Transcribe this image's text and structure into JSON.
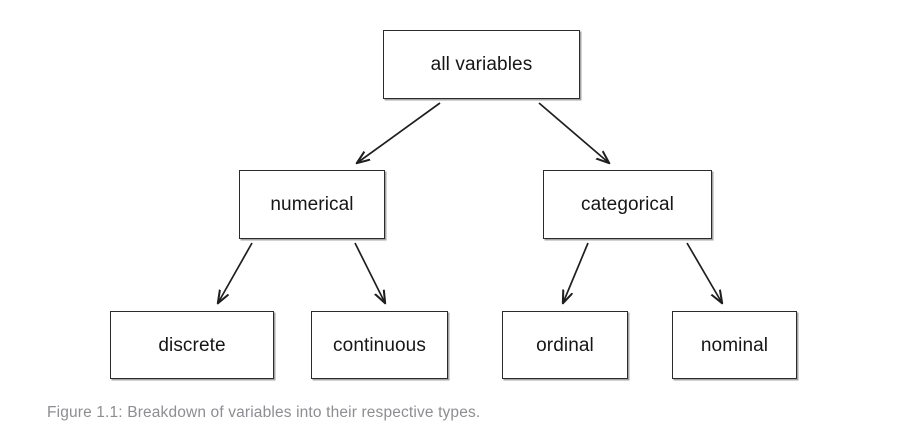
{
  "figure": {
    "caption": "Figure 1.1: Breakdown of variables into their respective types.",
    "background_color": "#ffffff",
    "box_border_color": "#2b2b2b",
    "box_fill_color": "#ffffff",
    "arrow_color": "#1f1f1f",
    "label_color": "#161616",
    "caption_color": "#8d8d92"
  },
  "diagram": {
    "type": "tree",
    "root": {
      "id": "all-variables",
      "label": "all variables"
    },
    "levels": [
      {
        "level": 1,
        "nodes": [
          {
            "id": "all-variables",
            "label": "all variables"
          }
        ]
      },
      {
        "level": 2,
        "nodes": [
          {
            "id": "numerical",
            "label": "numerical"
          },
          {
            "id": "categorical",
            "label": "categorical"
          }
        ]
      },
      {
        "level": 3,
        "nodes": [
          {
            "id": "discrete",
            "label": "discrete"
          },
          {
            "id": "continuous",
            "label": "continuous"
          },
          {
            "id": "ordinal",
            "label": "ordinal"
          },
          {
            "id": "nominal",
            "label": "nominal"
          }
        ]
      }
    ],
    "edges": [
      {
        "from": "all-variables",
        "to": "numerical"
      },
      {
        "from": "all-variables",
        "to": "categorical"
      },
      {
        "from": "numerical",
        "to": "discrete"
      },
      {
        "from": "numerical",
        "to": "continuous"
      },
      {
        "from": "categorical",
        "to": "ordinal"
      },
      {
        "from": "categorical",
        "to": "nominal"
      }
    ]
  },
  "nodes": {
    "all_variables": "all variables",
    "numerical": "numerical",
    "categorical": "categorical",
    "discrete": "discrete",
    "continuous": "continuous",
    "ordinal": "ordinal",
    "nominal": "nominal"
  }
}
